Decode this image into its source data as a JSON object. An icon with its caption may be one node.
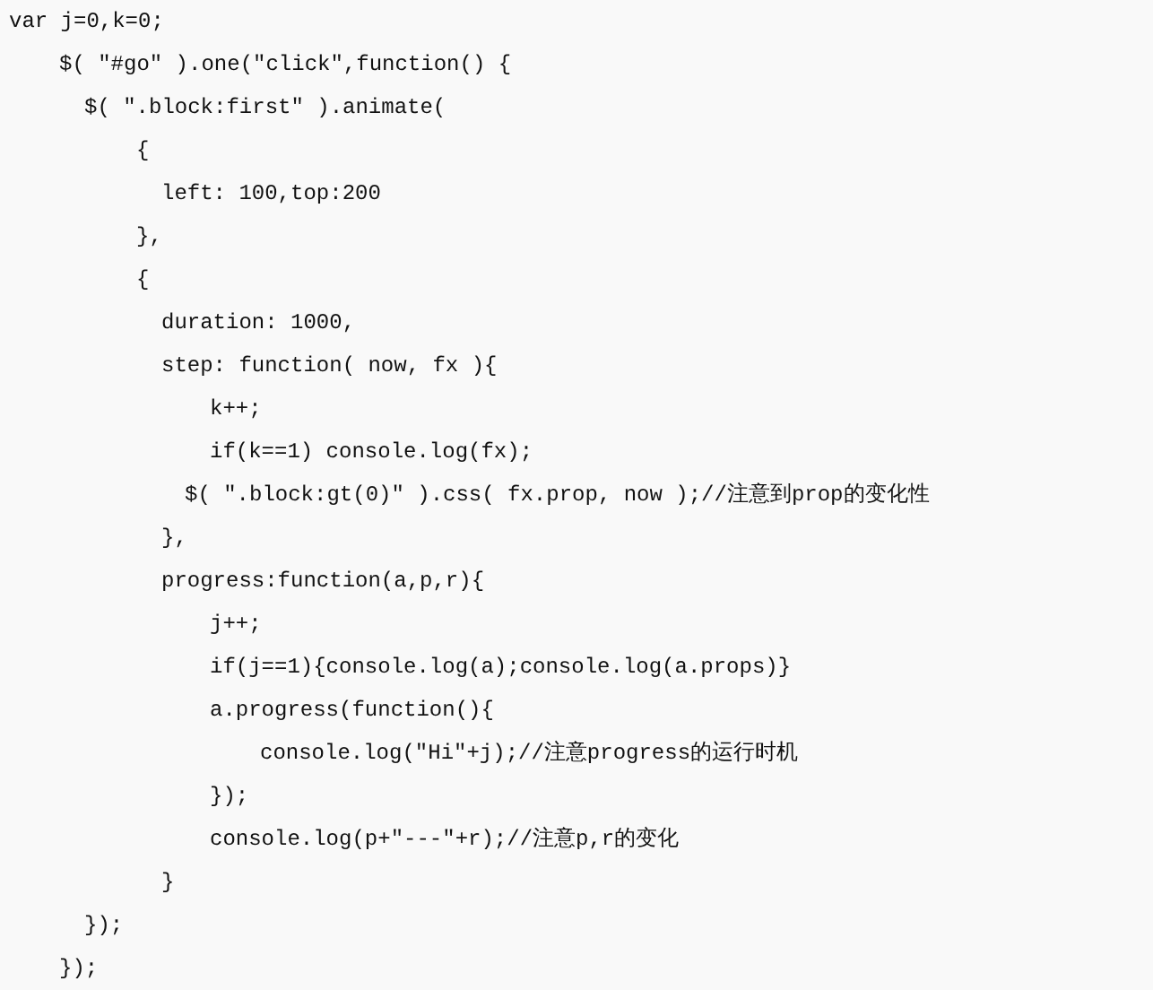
{
  "diagram": {
    "labels": [
      "var j=0,k=0;",
      "$( \"#go\" ).one(\"click\",function() {",
      "$( \".block:first\" ).animate(",
      "{",
      "left: 100,top:200",
      "},",
      "{",
      "duration: 1000,",
      "step: function( now, fx ){",
      "k++;",
      "if(k==1) console.log(fx);",
      "$( \".block:gt(0)\" ).css( fx.prop, now );//注意到prop的变化性",
      "},",
      "progress:function(a,p,r){",
      "j++;",
      "if(j==1){console.log(a);console.log(a.props)}",
      "a.progress(function(){",
      "console.log(\"Hi\"+j);//注意progress的运行时机",
      "});",
      "console.log(p+\"---\"+r);//注意p,r的变化",
      "}",
      "});",
      "});"
    ]
  }
}
